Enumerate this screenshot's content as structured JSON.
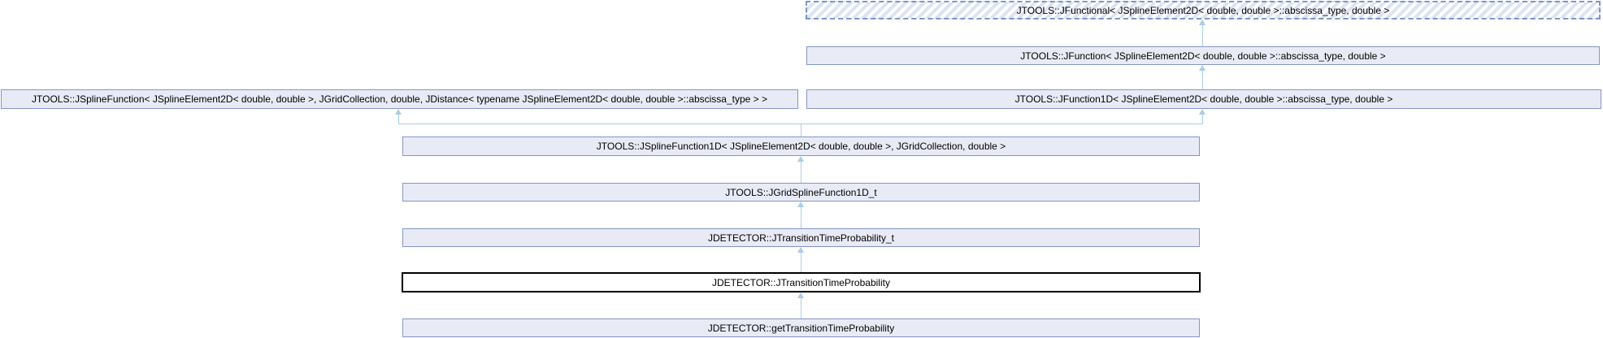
{
  "diagram": {
    "type": "class-inheritance-graph",
    "highlighted_node": "JDETECTOR::JTransitionTimeProbability",
    "colors": {
      "background": "#ffffff",
      "node_fill": "#e8ebf6",
      "node_border": "#8496c7",
      "hatch_stripe": "#dde3f2",
      "dashed_border": "#7e96c6",
      "highlight_border": "#000000",
      "highlight_fill": "#ffffff",
      "edge": "#a9cde5",
      "text": "#000000"
    },
    "nodes": [
      {
        "id": "jfunctional",
        "label": "JTOOLS::JFunctional< JSplineElement2D< double, double >::abscissa_type, double >",
        "style": "dashed-hatched"
      },
      {
        "id": "jfunction",
        "label": "JTOOLS::JFunction< JSplineElement2D< double, double >::abscissa_type, double >",
        "style": "solid"
      },
      {
        "id": "jsplinefunction",
        "label": "JTOOLS::JSplineFunction< JSplineElement2D< double, double >, JGridCollection, double, JDistance< typename JSplineElement2D< double, double >::abscissa_type > >",
        "style": "solid"
      },
      {
        "id": "jfunction1d",
        "label": "JTOOLS::JFunction1D< JSplineElement2D< double, double >::abscissa_type, double >",
        "style": "solid"
      },
      {
        "id": "jsplinefunction1d",
        "label": "JTOOLS::JSplineFunction1D< JSplineElement2D< double, double >, JGridCollection, double >",
        "style": "solid"
      },
      {
        "id": "jgridsplinefunction1d_t",
        "label": "JTOOLS::JGridSplineFunction1D_t",
        "style": "solid"
      },
      {
        "id": "jtransitiontimeprobability_t",
        "label": "JDETECTOR::JTransitionTimeProbability_t",
        "style": "solid"
      },
      {
        "id": "jtransitiontimeprobability",
        "label": "JDETECTOR::JTransitionTimeProbability",
        "style": "highlighted"
      },
      {
        "id": "gettransitiontimeprobability",
        "label": "JDETECTOR::getTransitionTimeProbability",
        "style": "solid"
      }
    ],
    "edges": [
      {
        "from": "jfunction",
        "to": "jfunctional"
      },
      {
        "from": "jfunction1d",
        "to": "jfunction"
      },
      {
        "from": "jsplinefunction1d",
        "to": "jsplinefunction"
      },
      {
        "from": "jsplinefunction1d",
        "to": "jfunction1d"
      },
      {
        "from": "jgridsplinefunction1d_t",
        "to": "jsplinefunction1d"
      },
      {
        "from": "jtransitiontimeprobability_t",
        "to": "jgridsplinefunction1d_t"
      },
      {
        "from": "jtransitiontimeprobability",
        "to": "jtransitiontimeprobability_t"
      },
      {
        "from": "gettransitiontimeprobability",
        "to": "jtransitiontimeprobability"
      }
    ]
  }
}
